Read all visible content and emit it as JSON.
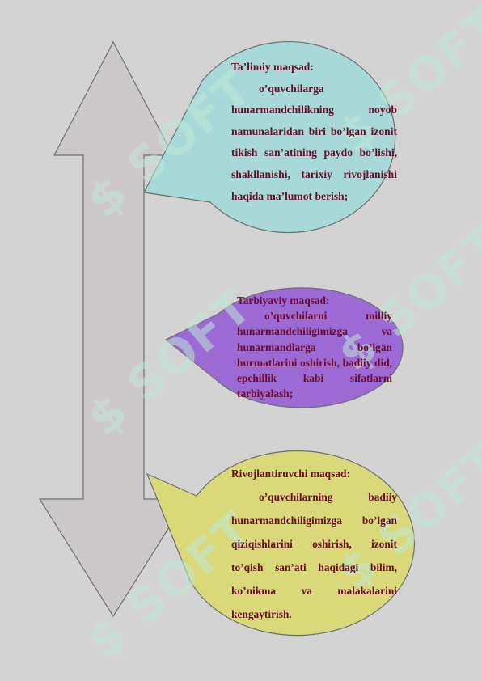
{
  "bubbles": [
    {
      "title": "Ta’limiy maqsad:",
      "body": "o’quvchilarga hunarmandchilikning noyob namunalaridan biri bo’lgan izonit tikish san’atining paydo bo’lishi, shakllanishi, tarixiy rivojlanishi haqida ma’lumot berish;",
      "fill": "#a7d9d9"
    },
    {
      "title": "Tarbiyaviy maqsad:",
      "body": "o’quvchilarni milliy hunarmandchiligimizga va hunarmandlarga bo’lgan hurmatlarini oshirish, badiiy did, epchillik kabi sifatlarni tarbiyalash;",
      "fill": "#9c6ad4"
    },
    {
      "title": "Rivojlantiruvchi maqsad:",
      "body": "o’quvchilarning badiiy hunarmandchiligimizga bo’lgan qiziqishlarini oshirish, izonit to’qish san’ati haqidagi bilim, ko’nikma va malakalarini kengaytirish.",
      "fill": "#d9d97a"
    }
  ],
  "arrow_fill": "#cdc8ca",
  "text_color": "#6b0d2a"
}
